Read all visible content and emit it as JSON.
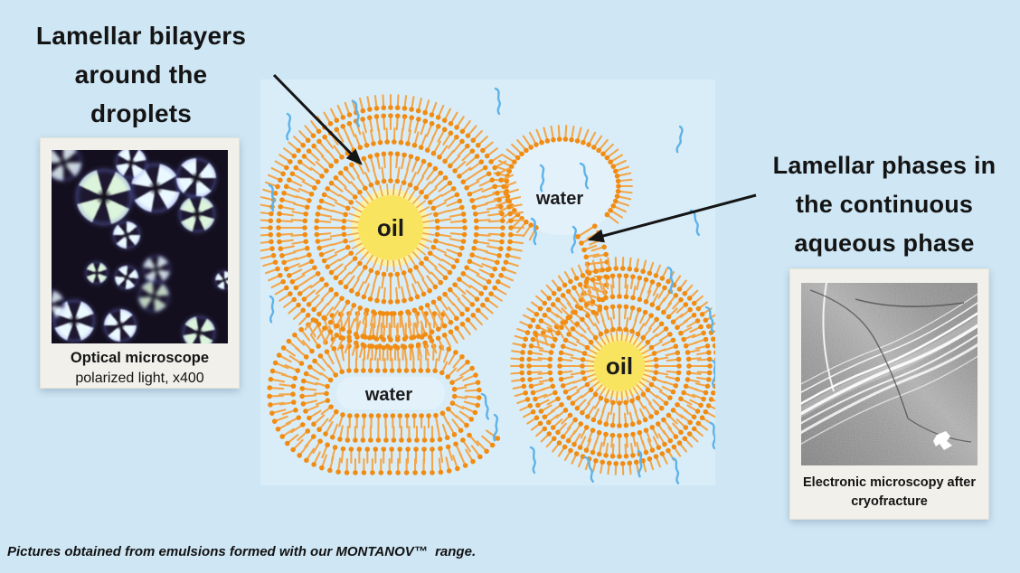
{
  "page": {
    "background": "#cfe7f5",
    "note": "Pictures obtained from emulsions formed with our MONTANOV™  range."
  },
  "headings": {
    "left": {
      "lines": [
        "Lamellar bilayers",
        "around the",
        "droplets"
      ]
    },
    "right": {
      "lines": [
        "Lamellar phases in",
        "the continuous",
        "aqueous phase"
      ]
    }
  },
  "diagram": {
    "background": "#d9edf9",
    "labels": {
      "oil_droplet_1": "oil",
      "oil_droplet_2": "oil",
      "water_pocket": "water",
      "water_channel": "water"
    },
    "colors": {
      "surfactant_head": "#f18c12",
      "surfactant_tail": "#f3a649",
      "oil_fill": "#f9e45f",
      "oil_halo": "#fdf2a2",
      "water_polymer": "#5db3e8",
      "arrow": "#151515",
      "water_area": "#e3f1fa"
    }
  },
  "photos": {
    "left": {
      "caption_bold": "Optical microscope",
      "caption_regular": "polarized light, x400"
    },
    "right": {
      "caption_line1": "Electronic microscopy after",
      "caption_line2": "cryofracture"
    }
  }
}
